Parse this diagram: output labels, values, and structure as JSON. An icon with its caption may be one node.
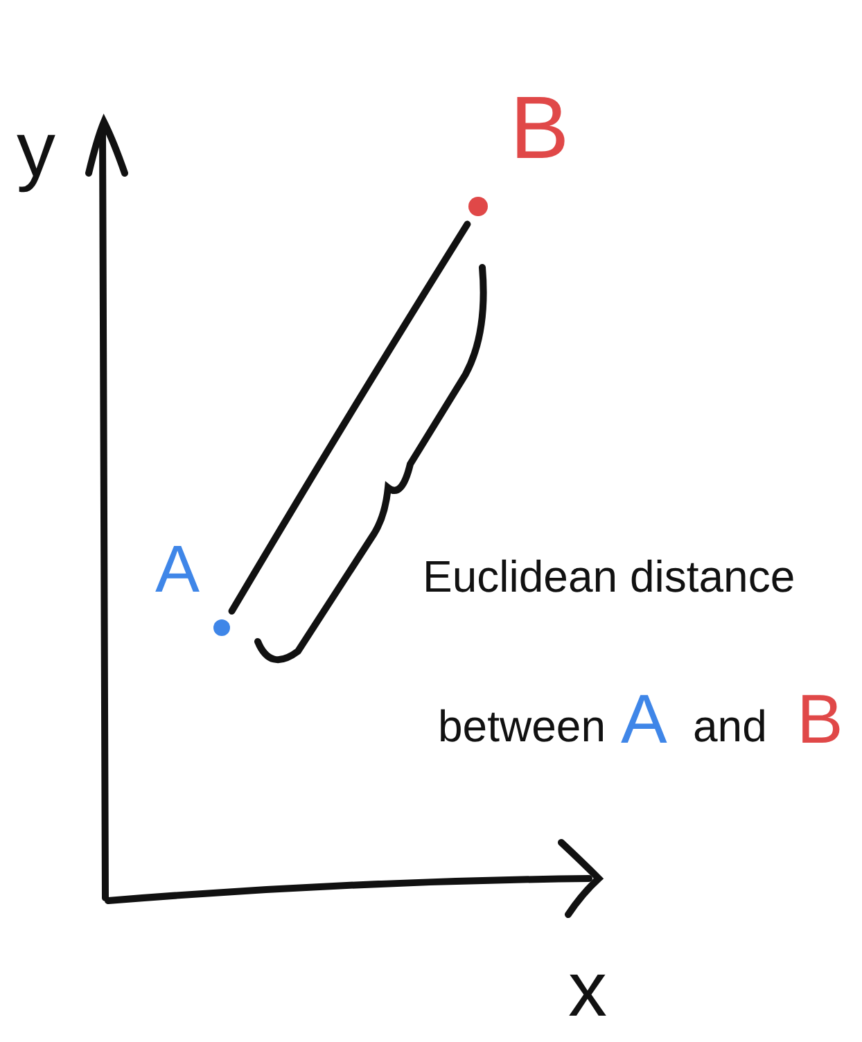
{
  "diagram": {
    "nodes": [
      {
        "text": [],
        "shape": "circle",
        "beside": [
          "A"
        ]
      },
      {
        "text": [],
        "shape": "circle",
        "beside": [
          "B"
        ]
      }
    ],
    "edges": [
      {
        "from": 0,
        "to": 1,
        "arrow": "none"
      }
    ],
    "labels": [
      "y",
      "x",
      "Euclidean distance",
      "between",
      "A",
      "and",
      "B"
    ]
  }
}
